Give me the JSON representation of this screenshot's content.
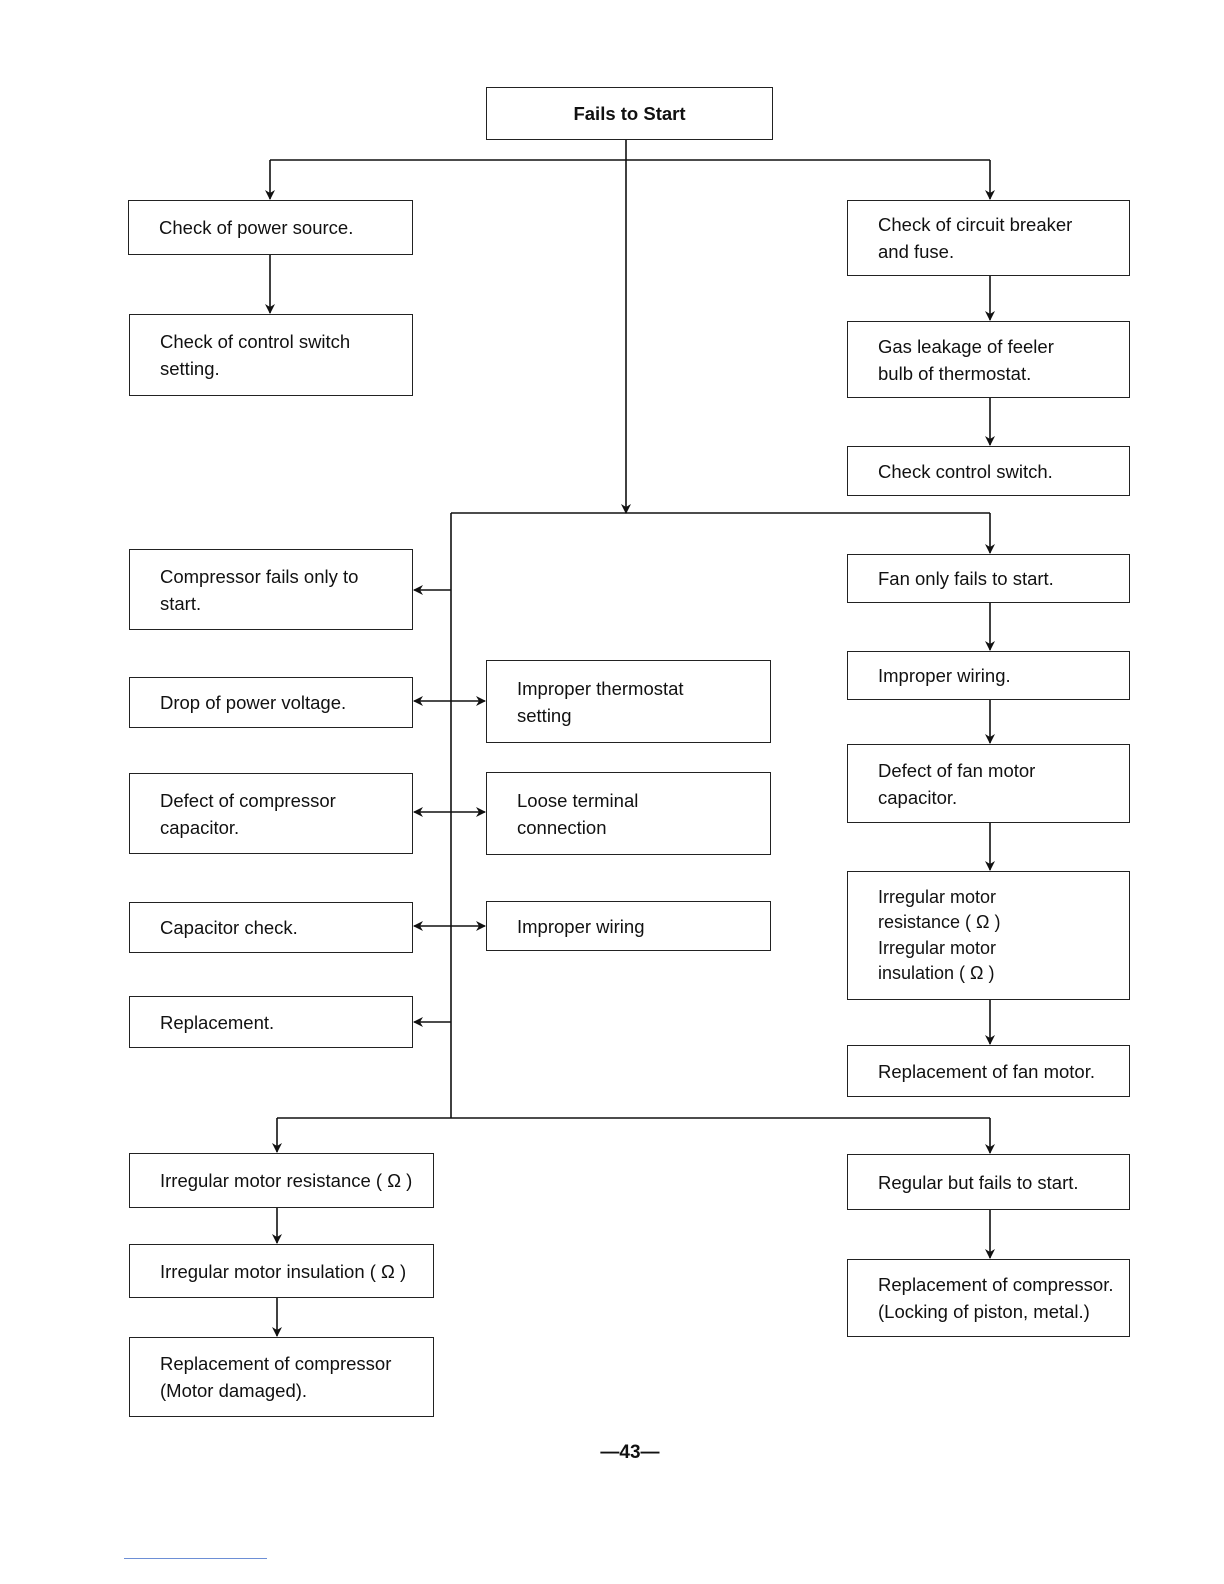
{
  "diagram": {
    "title": "Fails to Start",
    "left_column": {
      "power_source": "Check of power source.",
      "control_switch_setting": "Check of control switch\nsetting.",
      "compressor_fails": "Compressor fails only to\nstart.",
      "drop_voltage": "Drop of power voltage.",
      "defect_compressor_capacitor": "Defect of compressor\ncapacitor.",
      "capacitor_check": "Capacitor check.",
      "replacement": "Replacement."
    },
    "middle_column": {
      "improper_thermostat": "Improper thermostat\nsetting",
      "loose_terminal": "Loose terminal\nconnection",
      "improper_wiring": "Improper wiring"
    },
    "right_column": {
      "circuit_breaker": "Check of circuit breaker\nand fuse.",
      "gas_leakage": "Gas leakage of feeler\nbulb of thermostat.",
      "check_control_switch": "Check control switch.",
      "fan_only_fails": "Fan only fails to start.",
      "improper_wiring": "Improper wiring.",
      "defect_fan_capacitor": "Defect of fan motor\ncapacitor.",
      "irregular_fan_motor": "Irregular motor\nresistance ( Ω )\nIrregular motor\ninsulation ( Ω )",
      "replace_fan_motor": "Replacement of fan motor."
    },
    "bottom": {
      "irregular_resistance": "Irregular motor resistance ( Ω )",
      "irregular_insulation": "Irregular motor insulation ( Ω )",
      "replace_compressor_damaged": "Replacement of compressor\n(Motor damaged).",
      "regular_fails": "Regular but fails to start.",
      "replace_compressor_locking": "Replacement of compressor.\n(Locking of piston, metal.)"
    }
  },
  "page_number": "—43—"
}
